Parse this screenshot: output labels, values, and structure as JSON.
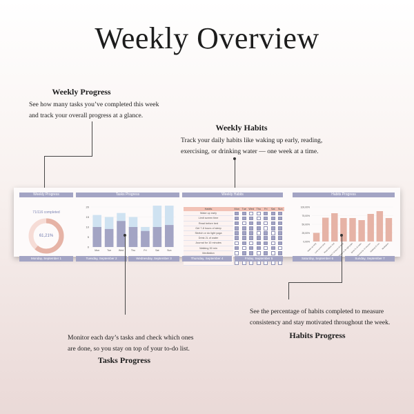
{
  "title": "Weekly Overview",
  "annotations": {
    "weekly_progress": {
      "heading": "Weekly Progress",
      "text_lines": [
        "See how many tasks you’ve completed this week",
        "and track your overall progress at a glance."
      ]
    },
    "weekly_habits": {
      "heading": "Weekly Habits",
      "text_lines": [
        "Track your daily habits like waking up early, reading,",
        "exercising, or drinking water — one week at a time."
      ]
    },
    "tasks_progress": {
      "heading": "Tasks Progress",
      "text_lines": [
        "Monitor each day’s tasks and check which ones",
        "are done, so you stay on top of your to-do list."
      ]
    },
    "habits_progress": {
      "heading": "Habits Progress",
      "text_lines": [
        "See the percentage of habits completed to measure",
        "consistency and stay motivated throughout the week."
      ]
    }
  },
  "dashboard": {
    "weekly_progress": {
      "header": "Weekly Progress",
      "completed_label": "71/116 completed",
      "percent_label": "61,21%",
      "percent_value": 61.21,
      "footer": "Monday, September 1"
    },
    "tasks_progress": {
      "header": "Tasks Progress",
      "footer_left": "Tuesday, September 2",
      "footer_right": "Wednesday, September 3",
      "y_ticks": [
        "20",
        "15",
        "10",
        "5",
        "0"
      ]
    },
    "weekly_habits": {
      "header": "Weekly Habits",
      "col_header": "Habits",
      "days": [
        "Mon",
        "Tue",
        "Wed",
        "Thu",
        "Fri",
        "Sat",
        "Sun"
      ],
      "habits": [
        "Wake up early",
        "Limit screen time",
        "Read before bed",
        "Get 7-8 hours of sleep",
        "Stretch or do light yoga",
        "Drink 2L of water",
        "Journal for 10 minutes",
        "Walking 30 min",
        "Meditation",
        "",
        ""
      ],
      "checks": [
        [
          1,
          1,
          0,
          0,
          1,
          1,
          1
        ],
        [
          1,
          1,
          1,
          0,
          1,
          1,
          1
        ],
        [
          1,
          0,
          1,
          1,
          0,
          1,
          1
        ],
        [
          1,
          1,
          1,
          1,
          0,
          1,
          1
        ],
        [
          1,
          1,
          1,
          0,
          1,
          0,
          1
        ],
        [
          1,
          1,
          1,
          1,
          1,
          1,
          1
        ],
        [
          0,
          1,
          0,
          1,
          1,
          0,
          1
        ],
        [
          1,
          0,
          1,
          1,
          0,
          1,
          0
        ],
        [
          0,
          1,
          1,
          0,
          1,
          0,
          1
        ],
        [
          0,
          0,
          0,
          0,
          0,
          0,
          0
        ],
        [
          0,
          0,
          0,
          0,
          0,
          0,
          0
        ]
      ],
      "footer_left": "Thursday, September 4",
      "footer_right": "Friday, September 5"
    },
    "habits_progress": {
      "header": "Habits Progress",
      "y_ticks": [
        "100,00%",
        "75,00%",
        "50,00%",
        "25,00%",
        "0,00%"
      ],
      "footer_left": "Saturday, September 6",
      "footer_right": "Sunday, September 7"
    }
  },
  "chart_data": [
    {
      "type": "bar",
      "title": "Tasks Progress",
      "categories": [
        "Mon",
        "Tue",
        "Wed",
        "Thu",
        "Fri",
        "Sat",
        "Sun"
      ],
      "series": [
        {
          "values": [
            10,
            9,
            13,
            10,
            8,
            10,
            11
          ]
        },
        {
          "values": [
            16,
            15,
            17,
            15,
            10,
            21,
            21
          ]
        }
      ],
      "ylim": [
        0,
        20
      ],
      "colors": [
        "#a3a4c4",
        "#cfe2f1"
      ]
    },
    {
      "type": "bar",
      "title": "Habits Progress",
      "categories": [
        "Wake up early",
        "Limit screen time",
        "Read before bed",
        "Get 7-8 hours of sleep",
        "Stretch or do light yoga",
        "Drink 2L of water",
        "Journal for 10 minutes",
        "Walking 30 min",
        "Meditation"
      ],
      "values": [
        25,
        69,
        82,
        68,
        68,
        62,
        80,
        88,
        68
      ],
      "ylim": [
        0,
        100
      ],
      "colors": [
        "#e6b3a6"
      ]
    }
  ]
}
